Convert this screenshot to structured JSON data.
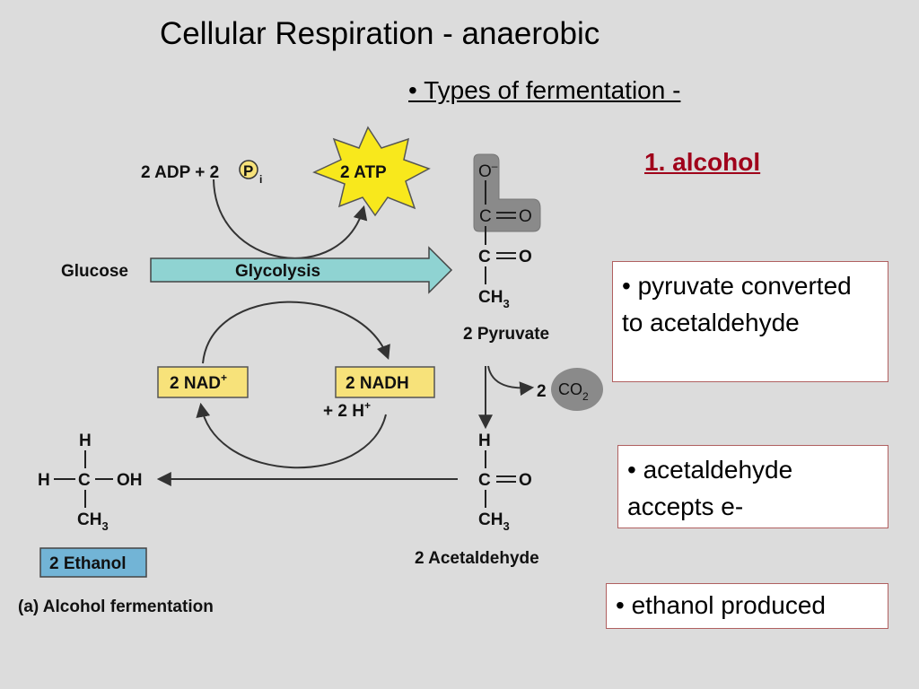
{
  "slide": {
    "title": "Cellular Respiration - anaerobic",
    "subtitle": "• Types of fermentation -",
    "heading": "1. alcohol",
    "notes": [
      "• pyruvate converted to acetaldehyde",
      "• acetaldehyde accepts e-",
      "• ethanol produced"
    ]
  },
  "diagram": {
    "adp": "2 ADP + 2",
    "pi_symbol": "P",
    "pi_sub": "i",
    "atp": "2 ATP",
    "glucose": "Glucose",
    "glycolysis": "Glycolysis",
    "nad": "2 NAD",
    "nad_sup": "+",
    "nadh": "2 NADH",
    "h_prefix": "+ 2 H",
    "h_sup": "+",
    "pyruvate_label": "2 Pyruvate",
    "co2_count": "2",
    "co2": "CO",
    "co2_sub": "2",
    "acetaldehyde_label": "2 Acetaldehyde",
    "ethanol_label": "2 Ethanol",
    "caption": "(a) Alcohol fermentation",
    "atom_O_minus": "O",
    "atom_minus": "–",
    "atom_C": "C",
    "atom_O": "O",
    "atom_H": "H",
    "atom_OH": "OH",
    "atom_CH": "CH",
    "sub_3": "3"
  },
  "colors": {
    "background": "#dcdcdc",
    "heading_red": "#a0001a",
    "yellow_box": "#f7e27a",
    "glycolysis_arrow": "#8fd3d2",
    "ethanol_box": "#72b4d6",
    "co2_bubble": "#8a8a8a",
    "atp_burst": "#f8e81c"
  }
}
